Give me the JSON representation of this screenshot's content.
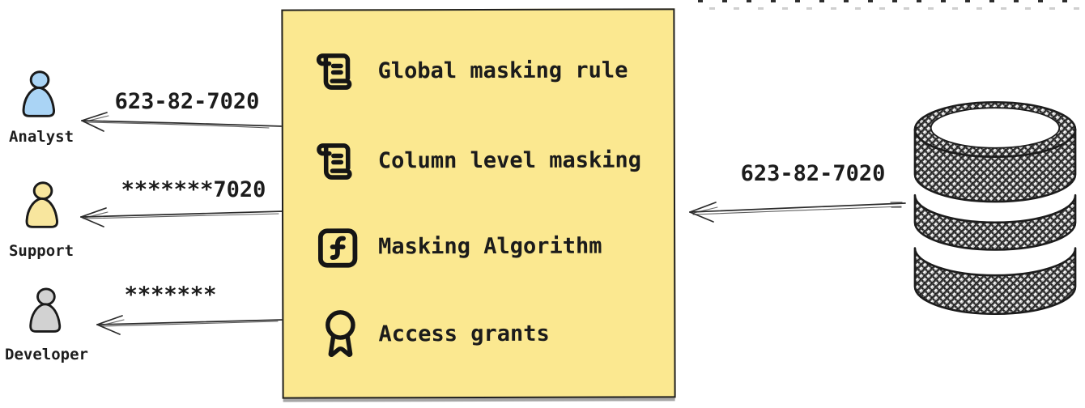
{
  "personas": [
    {
      "icon": "person-icon",
      "label": "Analyst",
      "received_value": "623-82-7020",
      "fill": "#aad4f5"
    },
    {
      "icon": "person-icon",
      "label": "Support",
      "received_value": "*******7020",
      "fill": "#f8e69e"
    },
    {
      "icon": "person-icon",
      "label": "Developer",
      "received_value": "*******",
      "fill": "#d2d2d2"
    }
  ],
  "masking_box": {
    "background": "#fbe890",
    "border_color": "#1f1f1f",
    "items": [
      {
        "icon": "scroll-text-icon",
        "label": "Global masking rule"
      },
      {
        "icon": "scroll-text-icon",
        "label": "Column level masking"
      },
      {
        "icon": "function-square-icon",
        "label": "Masking Algorithm"
      },
      {
        "icon": "award-ribbon-icon",
        "label": "Access grants"
      }
    ]
  },
  "database": {
    "icon": "database-icon",
    "outgoing_value": "623-82-7020"
  },
  "colors": {
    "ink": "#1d1d1d",
    "arrow": "#2b2b2b",
    "box_shadow": "#a6a6a6",
    "page_background": "#ffffff"
  }
}
